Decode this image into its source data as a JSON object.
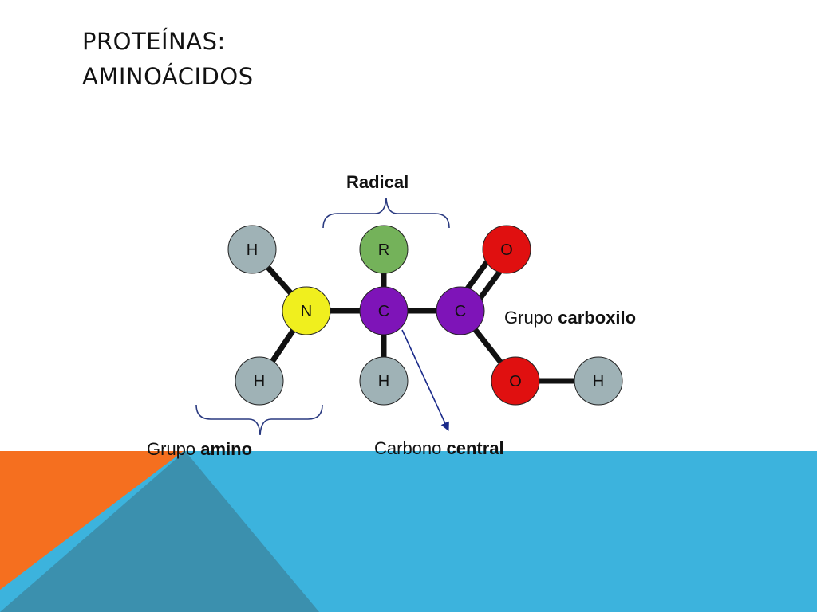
{
  "slide": {
    "title_line1": "PROTEÍNAS:",
    "title_line2": "AMINOÁCIDOS"
  },
  "colors": {
    "band_blue": "#3cb3dd",
    "band_orange": "#f56f1f",
    "band_overlap": "#3b90ae",
    "hydrogen": "#9fb2b6",
    "nitrogen": "#f0ef1e",
    "carbon": "#7e14b8",
    "oxygen": "#e01010",
    "radical": "#74b25a",
    "bond": "#111111",
    "arrow": "#1a2a8a",
    "brace": "#2a3a80"
  },
  "molecule": {
    "atoms": {
      "h_amino_top": {
        "symbol": "H",
        "element": "hydrogen"
      },
      "h_amino_bottom": {
        "symbol": "H",
        "element": "hydrogen"
      },
      "n": {
        "symbol": "N",
        "element": "nitrogen"
      },
      "c_alpha": {
        "symbol": "C",
        "element": "carbon"
      },
      "r": {
        "symbol": "R",
        "element": "radical"
      },
      "h_alpha": {
        "symbol": "H",
        "element": "hydrogen"
      },
      "c_carboxyl": {
        "symbol": "C",
        "element": "carbon"
      },
      "o_double": {
        "symbol": "O",
        "element": "oxygen"
      },
      "o_hydroxyl": {
        "symbol": "O",
        "element": "oxygen"
      },
      "h_hydroxyl": {
        "symbol": "H",
        "element": "hydrogen"
      }
    }
  },
  "labels": {
    "radical": "Radical",
    "carboxyl_prefix": "Grupo ",
    "carboxyl_bold": "carboxilo",
    "amino_prefix": "Grupo ",
    "amino_bold": "amino",
    "central_prefix": "Carbono ",
    "central_bold": "central"
  }
}
